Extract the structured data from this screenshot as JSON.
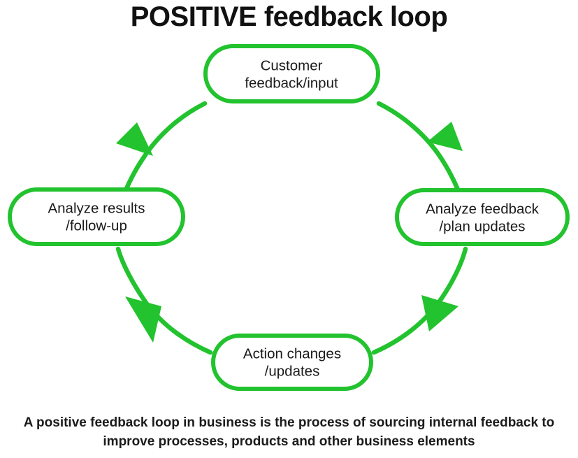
{
  "title": "POSITIVE feedback loop",
  "caption": "A positive feedback loop in business is the process of sourcing internal feedback to improve processes, products and other business elements",
  "colors": {
    "accent_green": "#22c32e",
    "text": "#1a1a1a",
    "background": "#ffffff"
  },
  "chart_data": {
    "type": "diagram",
    "diagram_kind": "cycle",
    "direction": "clockwise",
    "title": "POSITIVE feedback loop",
    "node_count": 4,
    "arrow_count": 4,
    "nodes": [
      {
        "id": "customer-feedback-input",
        "position": "top",
        "line1": "Customer",
        "line2": "feedback/input"
      },
      {
        "id": "analyze-feedback-plan-updates",
        "position": "right",
        "line1": "Analyze feedback",
        "line2": "/plan updates"
      },
      {
        "id": "action-changes-updates",
        "position": "bottom",
        "line1": "Action changes",
        "line2": "/updates"
      },
      {
        "id": "analyze-results-follow-up",
        "position": "left",
        "line1": "Analyze results",
        "line2": "/follow-up"
      }
    ],
    "edges": [
      {
        "from": "customer-feedback-input",
        "to": "analyze-feedback-plan-updates",
        "arrow": "clockwise"
      },
      {
        "from": "analyze-feedback-plan-updates",
        "to": "action-changes-updates",
        "arrow": "clockwise"
      },
      {
        "from": "action-changes-updates",
        "to": "analyze-results-follow-up",
        "arrow": "clockwise"
      },
      {
        "from": "analyze-results-follow-up",
        "to": "customer-feedback-input",
        "arrow": "clockwise"
      }
    ]
  }
}
